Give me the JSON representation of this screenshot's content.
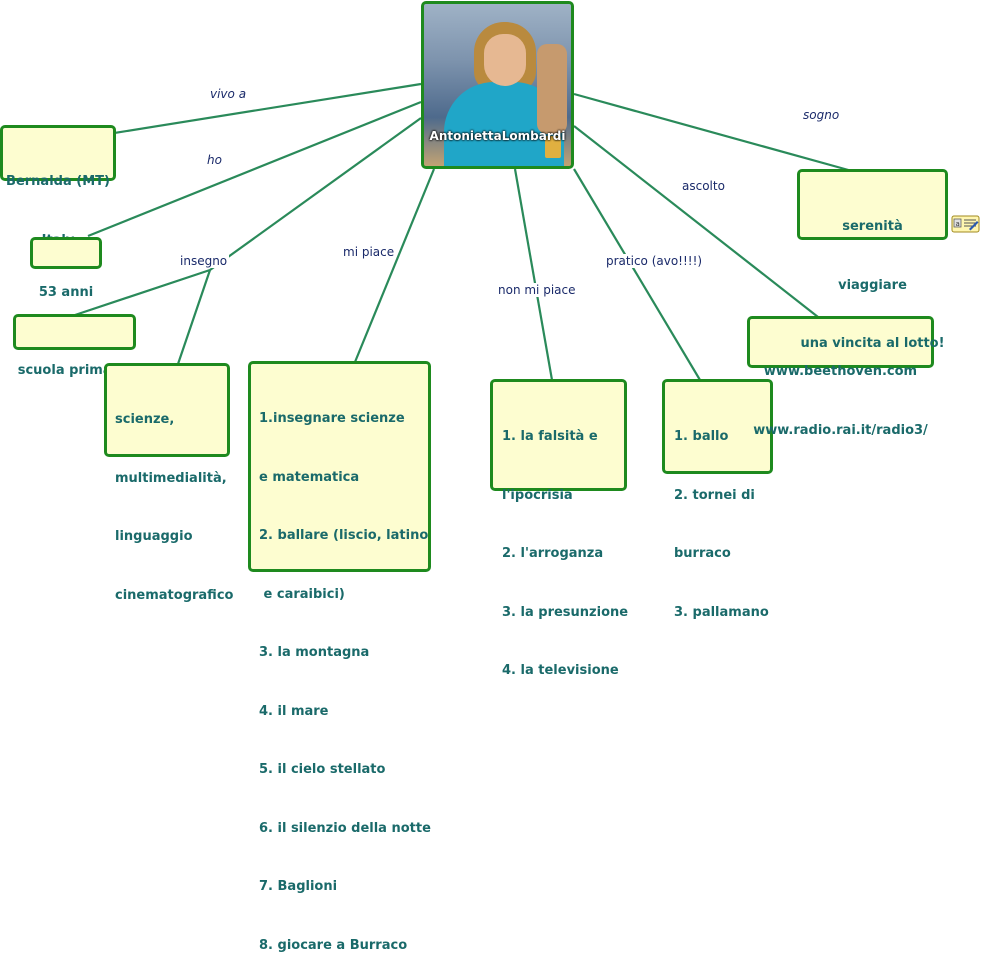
{
  "map": {
    "center": {
      "name_lines": [
        "Antonietta",
        "Lombardi"
      ],
      "photo_icon": "portrait-photo"
    },
    "colors": {
      "node_border": "#1e8a1e",
      "node_fill": "#fdfdd0",
      "node_text": "#1a6a6a",
      "relation_text": "#1a2a6a",
      "link_line": "#2a8a5a"
    },
    "relations": {
      "vivo_a": "vivo a",
      "ho": "ho",
      "insegno": "insegno",
      "mi_piace": "mi piace",
      "non_mi_piace": "non mi piace",
      "pratico": "pratico (avo!!!!)",
      "ascolto": "ascolto",
      "sogno": "sogno"
    },
    "nodes": {
      "bernalda": [
        "Bernalda (MT)",
        "Italy"
      ],
      "anni": [
        "53 anni"
      ],
      "scuola": [
        "scuola primaria"
      ],
      "materie": [
        "scienze,",
        "multimedialità,",
        "linguaggio",
        "cinematografico"
      ],
      "mi_piace": [
        "1.insegnare scienze",
        "e matematica",
        "2. ballare (liscio, latino",
        " e caraibici)",
        "3. la montagna",
        "4. il mare",
        "5. il cielo stellato",
        "6. il silenzio della notte",
        "7. Baglioni",
        "8. giocare a Burraco"
      ],
      "non_mi_piace": [
        "1. la falsità e",
        "l'ipocrisia",
        "2. l'arroganza",
        "3. la presunzione",
        "4. la televisione"
      ],
      "pratico": [
        "1. ballo",
        "2. tornei di",
        "burraco",
        "3. pallamano"
      ],
      "ascolto": [
        "www.beethoven.com",
        "www.radio.rai.it/radio3/"
      ],
      "sogno": [
        "serenità",
        "viaggiare",
        "una vincita al lotto!"
      ]
    },
    "note_icon": "note-attachment-icon"
  }
}
